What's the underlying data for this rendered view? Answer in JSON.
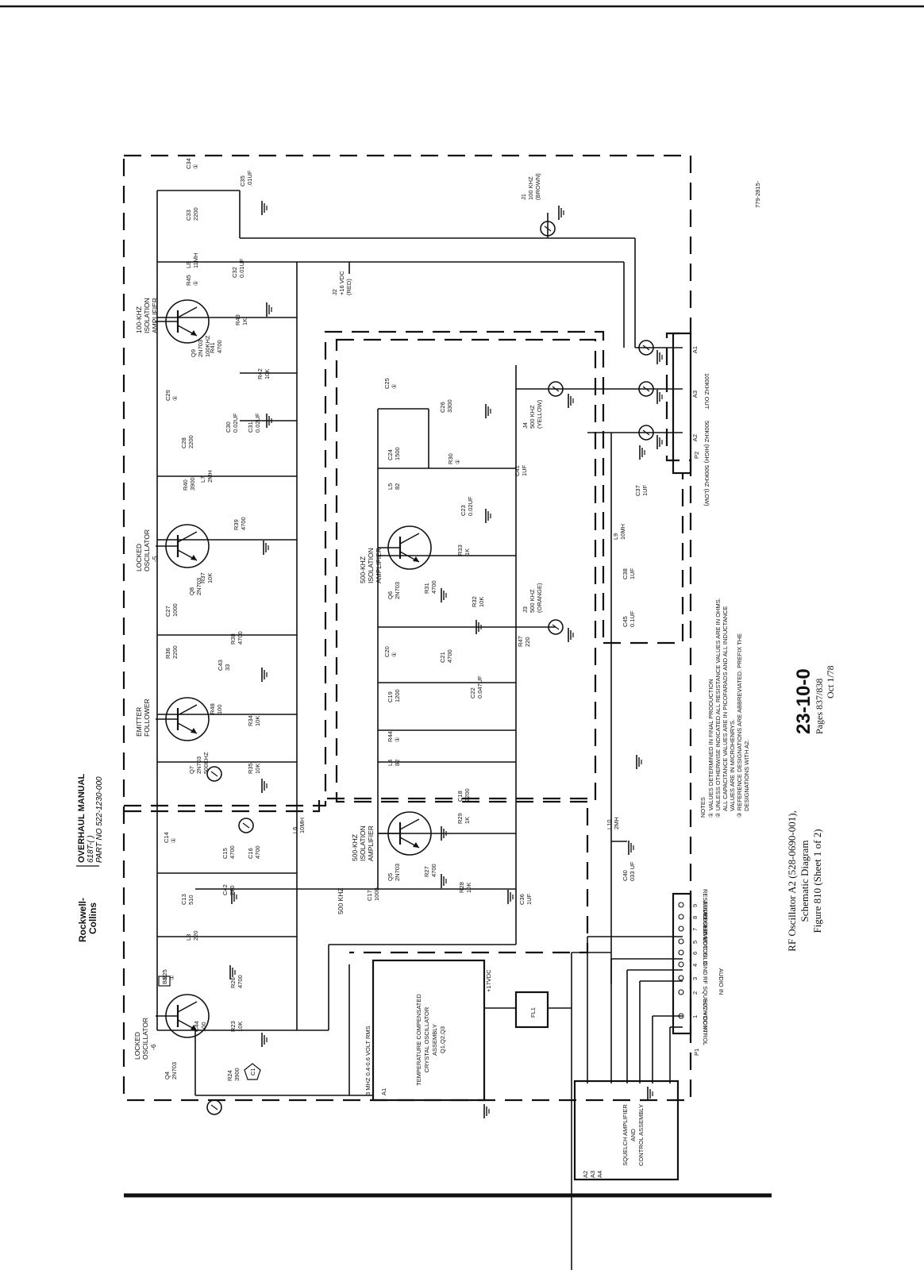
{
  "header": {
    "brand_line1": "Rockwell-",
    "brand_line2": "Collins",
    "manual_line1": "OVERHAUL MANUAL",
    "manual_line2": "618T-( )",
    "manual_line3": "PART NO 522-1230-000"
  },
  "footer": {
    "section": "23-10-0",
    "pages": "Pages 837/838",
    "date": "Oct 1/78",
    "caption_line1": "RF Oscillator A2 (528-0690-001),",
    "caption_line2": "Schematic Diagram",
    "caption_line3": "Figure 810 (Sheet 1 of 2)"
  },
  "drawing_number": "779-2815-",
  "stages": {
    "q9": {
      "title1": "100-KHZ",
      "title2": "ISOLATION",
      "title3": "AMPLIFIER",
      "ref": "Q9",
      "type": "2N703",
      "note": "100KHZ"
    },
    "q8": {
      "title1": "LOCKED",
      "title2": "OSCILLATOR",
      "title3": "-5",
      "ref": "Q8",
      "type": "2N703"
    },
    "q7": {
      "title1": "EMITTER",
      "title2": "FOLLOWER",
      "ref": "Q7",
      "type": "2N703",
      "note": "500KHZ"
    },
    "q4": {
      "title1": "LOCKED",
      "title2": "OSCILLATOR",
      "title3": "-6",
      "ref": "Q4",
      "type": "2N703"
    },
    "q6": {
      "title1": "500-KHZ",
      "title2": "ISOLATION",
      "title3": "AMPLIFIER",
      "ref": "Q6",
      "type": "2N703"
    },
    "q5": {
      "title1": "500-KHZ",
      "title2": "ISOLATION",
      "title3": "AMPLIFIER",
      "ref": "Q5",
      "type": "2N703"
    }
  },
  "components": [
    {
      "ref": "C34",
      "val": "①"
    },
    {
      "ref": "C35",
      "val": ".01UF"
    },
    {
      "ref": "C33",
      "val": "2200"
    },
    {
      "ref": "L8",
      "val": "11MH"
    },
    {
      "ref": "R45",
      "val": "①"
    },
    {
      "ref": "C32",
      "val": "0.01UF"
    },
    {
      "ref": "R43",
      "val": "1K"
    },
    {
      "ref": "R41",
      "val": "4700"
    },
    {
      "ref": "R42",
      "val": "10K"
    },
    {
      "ref": "C29",
      "val": "①"
    },
    {
      "ref": "C28",
      "val": "2200"
    },
    {
      "ref": "C30",
      "val": "0.02UF"
    },
    {
      "ref": "C31",
      "val": "0.02UF"
    },
    {
      "ref": "R40",
      "val": "3900"
    },
    {
      "ref": "L7",
      "val": "2MH"
    },
    {
      "ref": "R39",
      "val": "4700"
    },
    {
      "ref": "R37",
      "val": "10K"
    },
    {
      "ref": "C27",
      "val": "1000"
    },
    {
      "ref": "R36",
      "val": "2200"
    },
    {
      "ref": "C43",
      "val": "33"
    },
    {
      "ref": "R38",
      "val": "4700"
    },
    {
      "ref": "R48",
      "val": "100"
    },
    {
      "ref": "R34",
      "val": "10K"
    },
    {
      "ref": "R35",
      "val": "10K"
    },
    {
      "ref": "L6",
      "val": "10MH"
    },
    {
      "ref": "C14",
      "val": "①"
    },
    {
      "ref": "C15",
      "val": "4700"
    },
    {
      "ref": "C16",
      "val": "4700"
    },
    {
      "ref": "C13",
      "val": "510"
    },
    {
      "ref": "C42",
      "val": "220"
    },
    {
      "ref": "L3",
      "val": "220"
    },
    {
      "ref": "R25",
      "val": "①"
    },
    {
      "ref": "R26",
      "val": "4700"
    },
    {
      "ref": "C44",
      "val": "100"
    },
    {
      "ref": "R23",
      "val": "10K"
    },
    {
      "ref": "R24",
      "val": "3900"
    },
    {
      "ref": "C25",
      "val": "①"
    },
    {
      "ref": "C26",
      "val": "3300"
    },
    {
      "ref": "C24",
      "val": "1500"
    },
    {
      "ref": "R30",
      "val": "①"
    },
    {
      "ref": "L5",
      "val": "82"
    },
    {
      "ref": "C23",
      "val": "0.02UF"
    },
    {
      "ref": "R33",
      "val": "1K"
    },
    {
      "ref": "R31",
      "val": "4700"
    },
    {
      "ref": "R32",
      "val": "10K"
    },
    {
      "ref": "C41",
      "val": "1UF"
    },
    {
      "ref": "C20",
      "val": "①"
    },
    {
      "ref": "C21",
      "val": "4700"
    },
    {
      "ref": "C19",
      "val": "1200"
    },
    {
      "ref": "C22",
      "val": "0.047UF"
    },
    {
      "ref": "R47",
      "val": "220"
    },
    {
      "ref": "R44",
      "val": "①"
    },
    {
      "ref": "L4",
      "val": "82"
    },
    {
      "ref": "C18",
      "val": "2200"
    },
    {
      "ref": "R29",
      "val": "1K"
    },
    {
      "ref": "R27",
      "val": "4700"
    },
    {
      "ref": "R28",
      "val": "10K"
    },
    {
      "ref": "C17",
      "val": "1000"
    },
    {
      "ref": "C36",
      "val": "1UF"
    },
    {
      "ref": "C37",
      "val": "1UF"
    },
    {
      "ref": "L9",
      "val": "10MH"
    },
    {
      "ref": "C38",
      "val": "1UF"
    },
    {
      "ref": "C45",
      "val": "0.1UF"
    },
    {
      "ref": "L10",
      "val": "2MH"
    },
    {
      "ref": "C40",
      "val": "033 UF"
    }
  ],
  "jacks": {
    "j1": {
      "ref": "J1",
      "l1": "100 KHZ",
      "l2": "(BROWN)"
    },
    "j2": {
      "ref": "J2",
      "l1": "+16 VDC",
      "l2": "(RED)"
    },
    "j3": {
      "ref": "J3",
      "l1": "500 KHZ",
      "l2": "(ORANGE)"
    },
    "j4": {
      "ref": "J4",
      "l1": "500 KHZ",
      "l2": "(YELLOW)"
    }
  },
  "p2": {
    "ref": "P2",
    "pins": [
      {
        "pin": "A1",
        "label": "100KHZ OUT"
      },
      {
        "pin": "A3",
        "label": "500KHZ (HIGH)"
      },
      {
        "pin": "A2",
        "label": "500KHZ (LOW)"
      }
    ]
  },
  "p1": {
    "ref": "P1",
    "pins": [
      {
        "pin": "9",
        "label": "RESERVED"
      },
      {
        "pin": "8",
        "label": "AUDIO OUT"
      },
      {
        "pin": "7",
        "label": "RESERVED"
      },
      {
        "pin": "5",
        "label": "+18 VDC IN"
      },
      {
        "pin": "6",
        "label": "HOT"
      },
      {
        "pin": "4",
        "label": "COLD"
      },
      {
        "pin": "3",
        "label": "GND"
      },
      {
        "pin": "2",
        "label": "RF SQUELCH CONTROL"
      },
      {
        "pin": "1",
        "label": "+27 VDC IN"
      }
    ],
    "audio_in_label": "AUDIO IN"
  },
  "nets": {
    "khz500": "500 KHZ",
    "rms": "3 MHZ 0.4-0.6 VOLT RMS",
    "vdc17": "+17VDC"
  },
  "tcxo": {
    "l1": "TEMPERATURE COMPENSATED",
    "l2": "CRYSTAL OSCILLATOR",
    "l3": "ASSEMBLY",
    "l4": "Q1,Q2,Q3",
    "ref": "A1"
  },
  "fl1": "FL1",
  "squelch": {
    "l1": "SQUELCH AMPLIFIER",
    "l2": "AND",
    "l3": "CONTROL ASSEMBLY",
    "refs": [
      "A2",
      "A3",
      "A4"
    ]
  },
  "notes": {
    "title": "NOTES",
    "n1": "① VALUES DETERMINED IN FINAL PRODUCTION",
    "n2": "② UNLESS OTHERWISE INDICATED ALL RESISTANCE VALUES ARE IN OHMS.",
    "n2b": "ALL CAPACITANCE VALUES ARE IN PICOFARADS AND ALL INDUCTANCE",
    "n2c": "VALUES ARE IN MICROHENRYS.",
    "n3": "③ REFERENCE DESIGNATIONS ARE ABBREVIATED. PREFIX THE",
    "n3b": "DESIGNATIONS WITH A2."
  },
  "markers": {
    "b1": "B1",
    "c1": "C1"
  }
}
